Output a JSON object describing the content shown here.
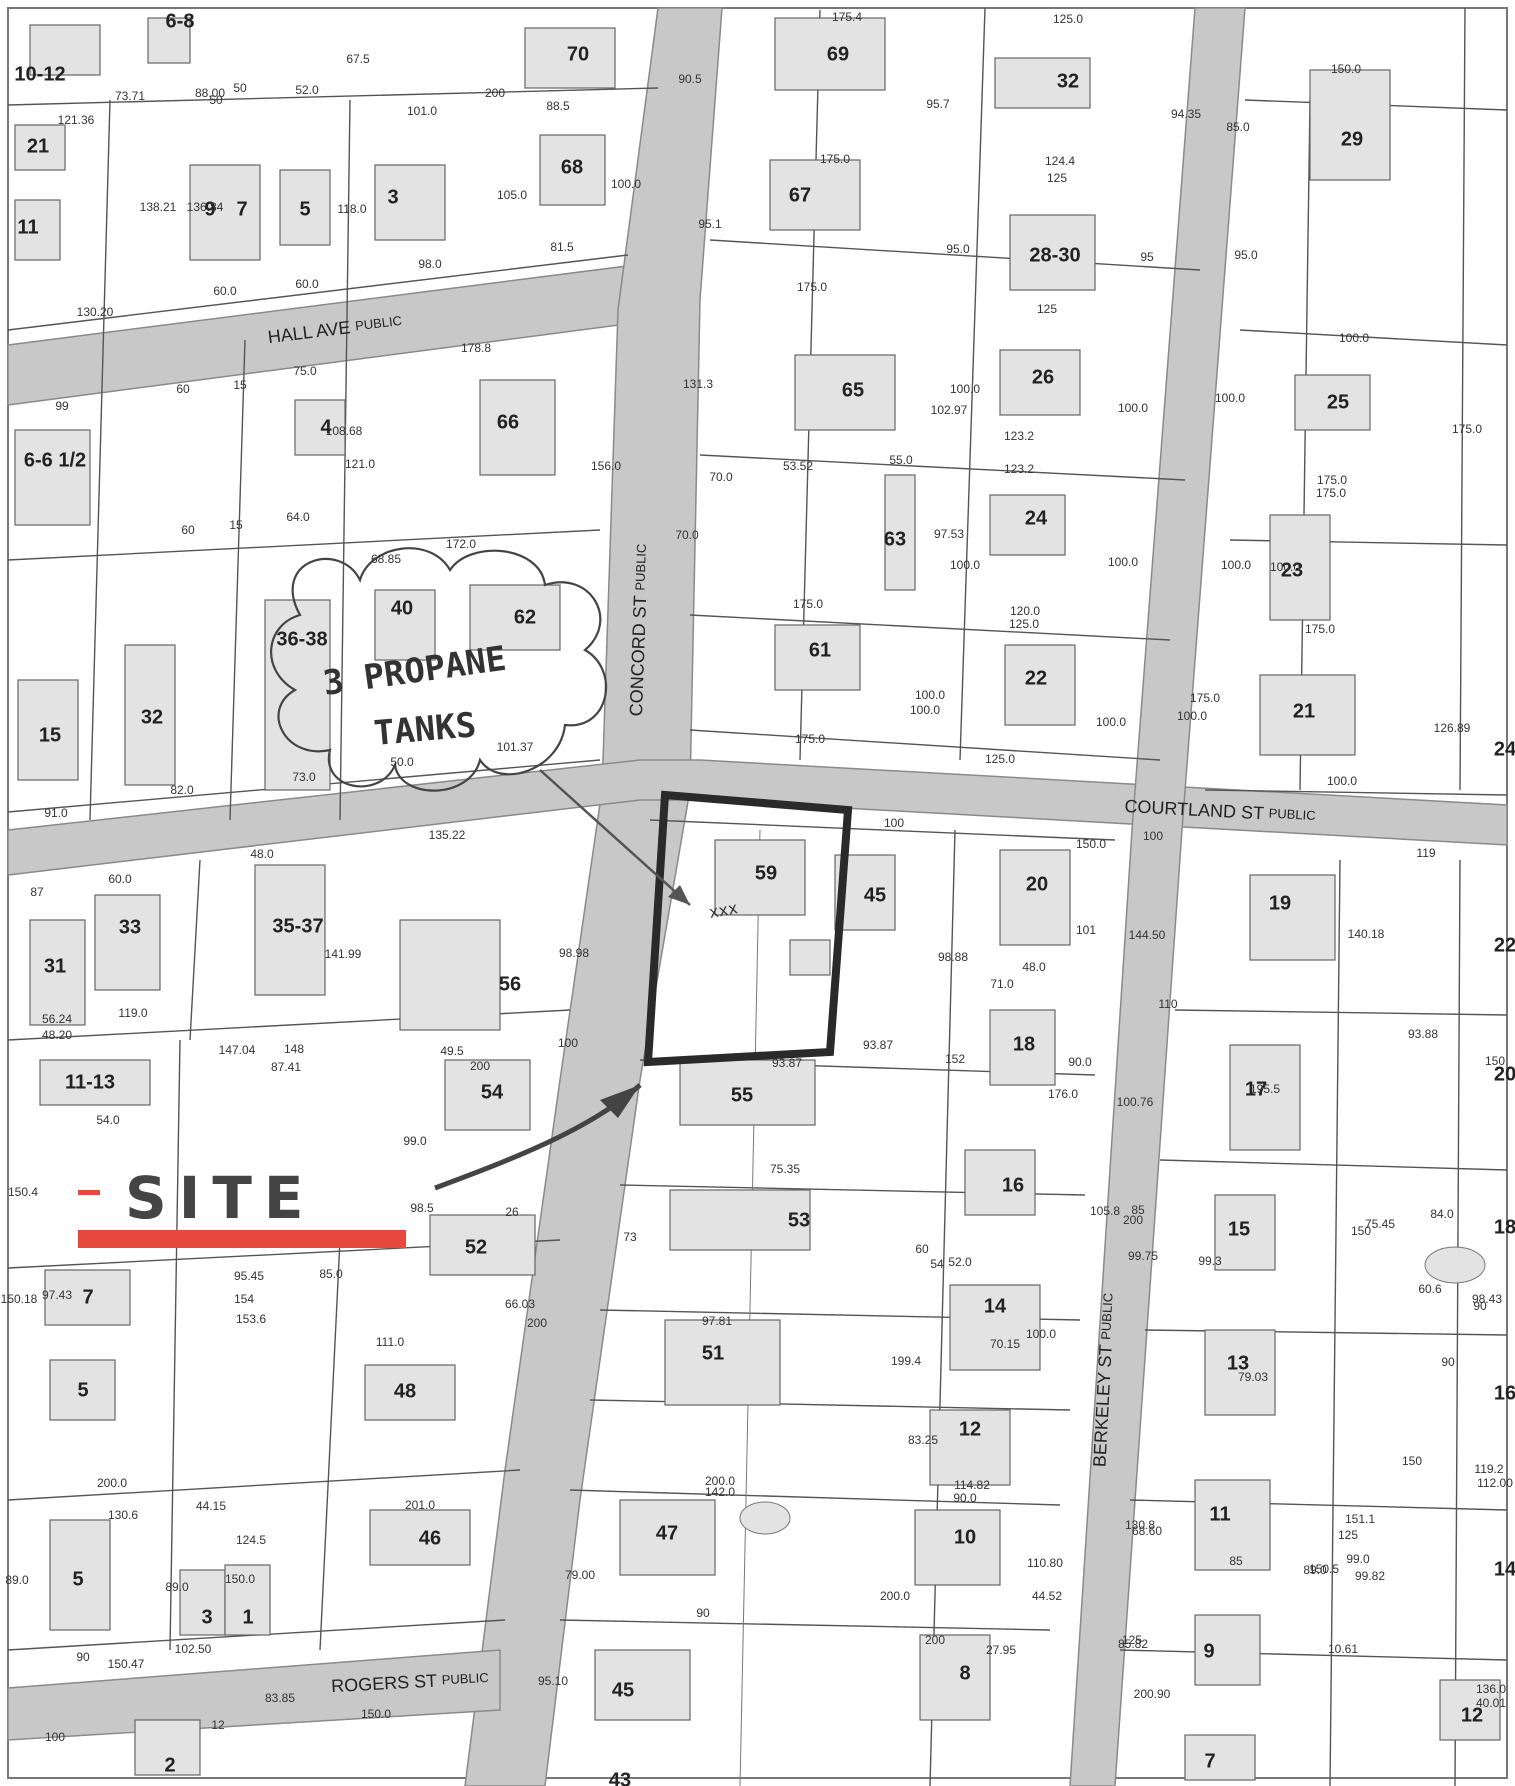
{
  "map": {
    "streets": {
      "hall_ave": "HALL AVE",
      "concord_st": "CONCORD ST",
      "courtland_st": "COURTLAND ST",
      "berkeley_st": "BERKELEY ST",
      "rogers_st": "ROGERS ST",
      "public": "PUBLIC"
    },
    "annotations": {
      "site_label": "SITE",
      "propane_line1": "3 PROPANE",
      "propane_line2": "TANKS",
      "marker": "xxx"
    },
    "colors": {
      "road": "#c8c8c8",
      "building": "#e3e3e3",
      "site_underline": "#e8493f",
      "outline": "#333333"
    },
    "lots": [
      {
        "id": "6-8"
      },
      {
        "id": "10-12"
      },
      {
        "id": "70"
      },
      {
        "id": "69"
      },
      {
        "id": "32"
      },
      {
        "id": "29"
      },
      {
        "id": "21"
      },
      {
        "id": "11"
      },
      {
        "id": "9"
      },
      {
        "id": "7"
      },
      {
        "id": "5"
      },
      {
        "id": "3"
      },
      {
        "id": "68"
      },
      {
        "id": "67"
      },
      {
        "id": "28-30"
      },
      {
        "id": "66"
      },
      {
        "id": "65"
      },
      {
        "id": "26"
      },
      {
        "id": "25"
      },
      {
        "id": "4"
      },
      {
        "id": "6-6 1/2"
      },
      {
        "id": "24"
      },
      {
        "id": "63"
      },
      {
        "id": "23"
      },
      {
        "id": "40"
      },
      {
        "id": "62"
      },
      {
        "id": "36-38"
      },
      {
        "id": "61"
      },
      {
        "id": "22"
      },
      {
        "id": "21"
      },
      {
        "id": "15"
      },
      {
        "id": "32"
      },
      {
        "id": "59"
      },
      {
        "id": "45"
      },
      {
        "id": "20"
      },
      {
        "id": "19"
      },
      {
        "id": "33"
      },
      {
        "id": "35-37"
      },
      {
        "id": "31"
      },
      {
        "id": "56"
      },
      {
        "id": "18"
      },
      {
        "id": "11-13"
      },
      {
        "id": "54"
      },
      {
        "id": "55"
      },
      {
        "id": "17"
      },
      {
        "id": "16"
      },
      {
        "id": "53"
      },
      {
        "id": "15"
      },
      {
        "id": "52"
      },
      {
        "id": "7"
      },
      {
        "id": "14"
      },
      {
        "id": "51"
      },
      {
        "id": "13"
      },
      {
        "id": "5"
      },
      {
        "id": "48"
      },
      {
        "id": "12"
      },
      {
        "id": "47"
      },
      {
        "id": "10"
      },
      {
        "id": "11"
      },
      {
        "id": "46"
      },
      {
        "id": "5"
      },
      {
        "id": "3"
      },
      {
        "id": "1"
      },
      {
        "id": "45"
      },
      {
        "id": "9"
      },
      {
        "id": "8"
      },
      {
        "id": "12"
      },
      {
        "id": "2"
      },
      {
        "id": "7"
      },
      {
        "id": "43"
      },
      {
        "id": "24"
      },
      {
        "id": "22"
      },
      {
        "id": "20"
      },
      {
        "id": "18"
      },
      {
        "id": "16"
      },
      {
        "id": "14"
      }
    ],
    "dimensions": [
      "175.4",
      "125.0",
      "73.71",
      "50",
      "88.00",
      "52.0",
      "200",
      "101.0",
      "88.5",
      "121.36",
      "50",
      "67.5",
      "90.5",
      "95.7",
      "94.35",
      "85.0",
      "150.0",
      "138.21",
      "136.84",
      "118.0",
      "105.0",
      "100.0",
      "81.5",
      "95.1",
      "175.0",
      "124.4",
      "125",
      "95.0",
      "95",
      "95.0",
      "130.20",
      "60.0",
      "60.0",
      "98.0",
      "175.0",
      "125",
      "178.8",
      "75.0",
      "15",
      "60",
      "99",
      "131.3",
      "102.97",
      "100.0",
      "100.0",
      "100.0",
      "100.0",
      "175.0",
      "108.68",
      "121.0",
      "156.0",
      "70.0",
      "53.52",
      "55.0",
      "123.2",
      "123.2",
      "175.0",
      "175.0",
      "64.0",
      "60",
      "15",
      "172.0",
      "68.85",
      "70.0",
      "97.53",
      "100.0",
      "100.0",
      "100.0",
      "100.0",
      "175.0",
      "120.0",
      "125.0",
      "175.0",
      "101.37",
      "50.0",
      "73.0",
      "82.0",
      "91.0",
      "175.0",
      "125.0",
      "100.0",
      "100.0",
      "100.0",
      "175.0",
      "100.0",
      "100.0",
      "126.89",
      "135.22",
      "48.0",
      "60.0",
      "87",
      "100",
      "100",
      "150.0",
      "119",
      "101",
      "144.50",
      "140.18",
      "141.99",
      "98.98",
      "98.88",
      "48.0",
      "71.0",
      "119.0",
      "56.24",
      "48.20",
      "147.04",
      "148",
      "49.5",
      "200",
      "87.41",
      "93.87",
      "93.87",
      "152",
      "90.0",
      "110",
      "176.0",
      "195.5",
      "54.0",
      "99.0",
      "100",
      "100.76",
      "93.88",
      "150",
      "150.4",
      "85.0",
      "98.5",
      "26",
      "73",
      "75.35",
      "200",
      "99.75",
      "99.3",
      "98.43",
      "97.43",
      "95.45",
      "66.03",
      "60",
      "54",
      "85",
      "75.45",
      "84.0",
      "150",
      "150.18",
      "154",
      "153.6",
      "200",
      "199.4",
      "52.0",
      "105.8",
      "83.25",
      "60.6",
      "90",
      "90",
      "111.0",
      "97.81",
      "100.0",
      "70.15",
      "79.03",
      "150",
      "130.6",
      "44.15",
      "68.60",
      "200.0",
      "124.5",
      "201.0",
      "200.0",
      "142.0",
      "114.82",
      "90.0",
      "130.8",
      "151.1",
      "119.2",
      "112.00",
      "110.80",
      "89.0",
      "89.0",
      "89.0",
      "150.0",
      "79.00",
      "200.0",
      "44.52",
      "125",
      "99.0",
      "85",
      "99.82",
      "150.5",
      "150.47",
      "90",
      "90",
      "83.85",
      "102.50",
      "95.10",
      "27.95",
      "200",
      "10.61",
      "125",
      "136.0",
      "40.01",
      "85.82",
      "200.90",
      "150.0",
      "100",
      "12"
    ]
  }
}
